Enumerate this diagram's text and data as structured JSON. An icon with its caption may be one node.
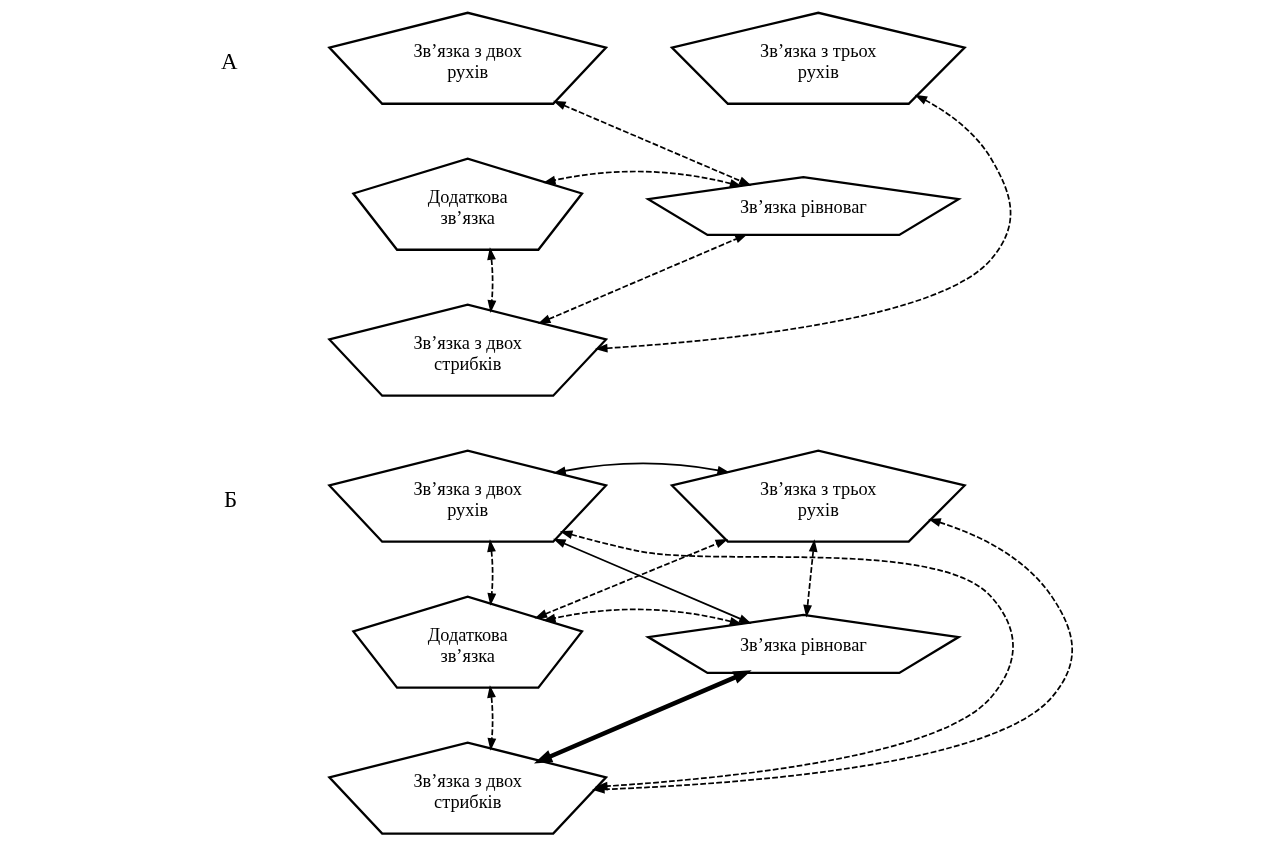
{
  "diagram": {
    "nodes": [
      {
        "text": [
          "Зв’язка з двох рухів"
        ]
      },
      {
        "text": [
          "Зв’язка з трьох рухів"
        ]
      },
      {
        "text": [
          "Додаткова зв’язка"
        ]
      },
      {
        "text": [
          "Зв’язка рівноваг"
        ]
      },
      {
        "text": [
          "Зв’язка з двох стрибків"
        ]
      },
      {
        "text": [
          "Зв’язка з двох рухів"
        ]
      },
      {
        "text": [
          "Зв’язка з трьох рухів"
        ]
      },
      {
        "text": [
          "Додаткова зв’язка"
        ]
      },
      {
        "text": [
          "Зв’язка рівноваг"
        ]
      },
      {
        "text": [
          "Зв’язка з двох стрибків"
        ]
      }
    ],
    "edges": [
      {
        "from": 0,
        "to": 3,
        "arrow": "both",
        "style": "dashed"
      },
      {
        "from": 4,
        "to": 1,
        "arrow": "both",
        "style": "dashed"
      },
      {
        "from": 3,
        "to": 2,
        "arrow": "both",
        "style": "dashed"
      },
      {
        "from": 2,
        "to": 4,
        "arrow": "both",
        "style": "dashed"
      },
      {
        "from": 4,
        "to": 3,
        "arrow": "both",
        "style": "dashed"
      },
      {
        "from": 5,
        "to": 6,
        "arrow": "both"
      },
      {
        "from": 5,
        "to": 8,
        "arrow": "both"
      },
      {
        "from": 7,
        "to": 6,
        "arrow": "both",
        "style": "dashed"
      },
      {
        "from": 5,
        "to": 7,
        "arrow": "both",
        "style": "dashed"
      },
      {
        "from": 5,
        "to": 9,
        "arrow": "both",
        "style": "dashed"
      },
      {
        "from": 9,
        "to": 6,
        "arrow": "both",
        "style": "dashed"
      },
      {
        "from": 6,
        "to": 8,
        "arrow": "both",
        "style": "dashed"
      },
      {
        "from": 8,
        "to": 7,
        "arrow": "both",
        "style": "dashed"
      },
      {
        "from": 7,
        "to": 9,
        "arrow": "both",
        "style": "dashed"
      },
      {
        "from": 9,
        "to": 8,
        "arrow": "both",
        "style": "thick"
      }
    ],
    "labels": [
      "А",
      "Б"
    ]
  }
}
